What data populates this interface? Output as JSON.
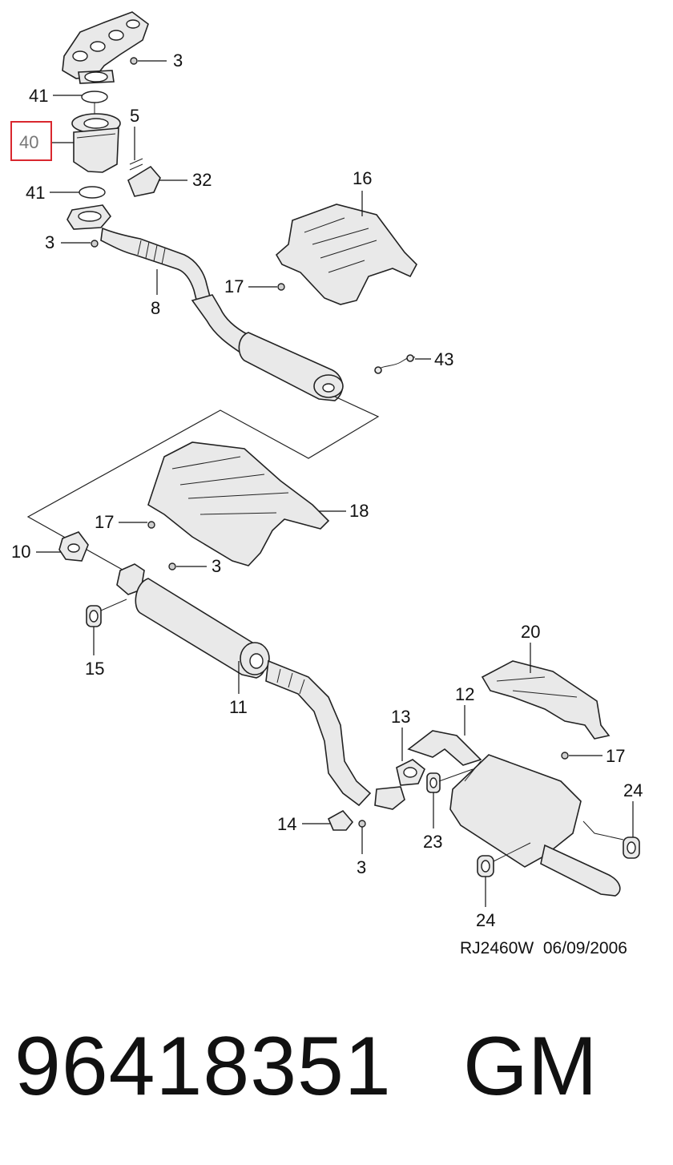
{
  "diagram": {
    "highlight_color": "#d9272e",
    "callouts": [
      {
        "id": "c-3-a",
        "label": "3"
      },
      {
        "id": "c-41-a",
        "label": "41"
      },
      {
        "id": "c-40",
        "label": "40",
        "highlighted": true
      },
      {
        "id": "c-5",
        "label": "5"
      },
      {
        "id": "c-32",
        "label": "32"
      },
      {
        "id": "c-41-b",
        "label": "41"
      },
      {
        "id": "c-3-b",
        "label": "3"
      },
      {
        "id": "c-8",
        "label": "8"
      },
      {
        "id": "c-16",
        "label": "16"
      },
      {
        "id": "c-17-a",
        "label": "17"
      },
      {
        "id": "c-43",
        "label": "43"
      },
      {
        "id": "c-17-b",
        "label": "17"
      },
      {
        "id": "c-18",
        "label": "18"
      },
      {
        "id": "c-10",
        "label": "10"
      },
      {
        "id": "c-3-c",
        "label": "3"
      },
      {
        "id": "c-15",
        "label": "15"
      },
      {
        "id": "c-11",
        "label": "11"
      },
      {
        "id": "c-20",
        "label": "20"
      },
      {
        "id": "c-12",
        "label": "12"
      },
      {
        "id": "c-13",
        "label": "13"
      },
      {
        "id": "c-17-c",
        "label": "17"
      },
      {
        "id": "c-24-a",
        "label": "24"
      },
      {
        "id": "c-14",
        "label": "14"
      },
      {
        "id": "c-23",
        "label": "23"
      },
      {
        "id": "c-3-d",
        "label": "3"
      },
      {
        "id": "c-24-b",
        "label": "24"
      }
    ],
    "drawing_ref": "RJ2460W  06/09/2006"
  },
  "footer": {
    "part_number": "96418351",
    "brand": "GM"
  }
}
